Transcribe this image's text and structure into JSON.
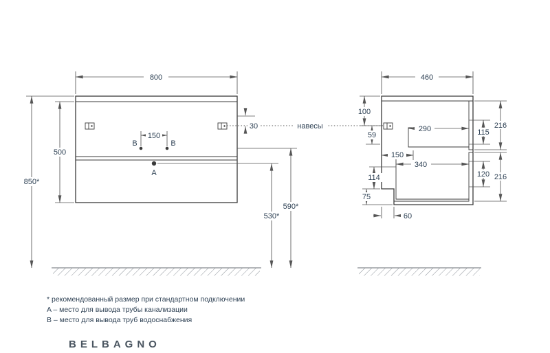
{
  "annotations": {
    "hangers_label": "навесы",
    "point_a": "A",
    "point_b_left": "B",
    "point_b_right": "B"
  },
  "front_view": {
    "width": "800",
    "height": "500",
    "mount_height": "850*",
    "hanger_offset": "30",
    "supply_spacing": "150",
    "supply_height": "590*",
    "drain_height": "530*"
  },
  "side_view": {
    "depth": "460",
    "top_gap": "100",
    "hanger_drop": "59",
    "back_offset": "150",
    "drawer_top_depth": "290",
    "drawer_bottom_depth": "340",
    "drawer_top_inner_height": "115",
    "door_top_height": "216",
    "drawer_bottom_inner_height": "120",
    "door_bottom_height": "216",
    "cutout_offset": "114",
    "cutout_height": "75",
    "cutout_depth": "60"
  },
  "footnotes": [
    "* рекомендованный размер при стандартном подключении",
    "A – место для вывода трубы канализации",
    "B – место для вывода труб водоснабжения"
  ],
  "logo": "BELBAGNO"
}
